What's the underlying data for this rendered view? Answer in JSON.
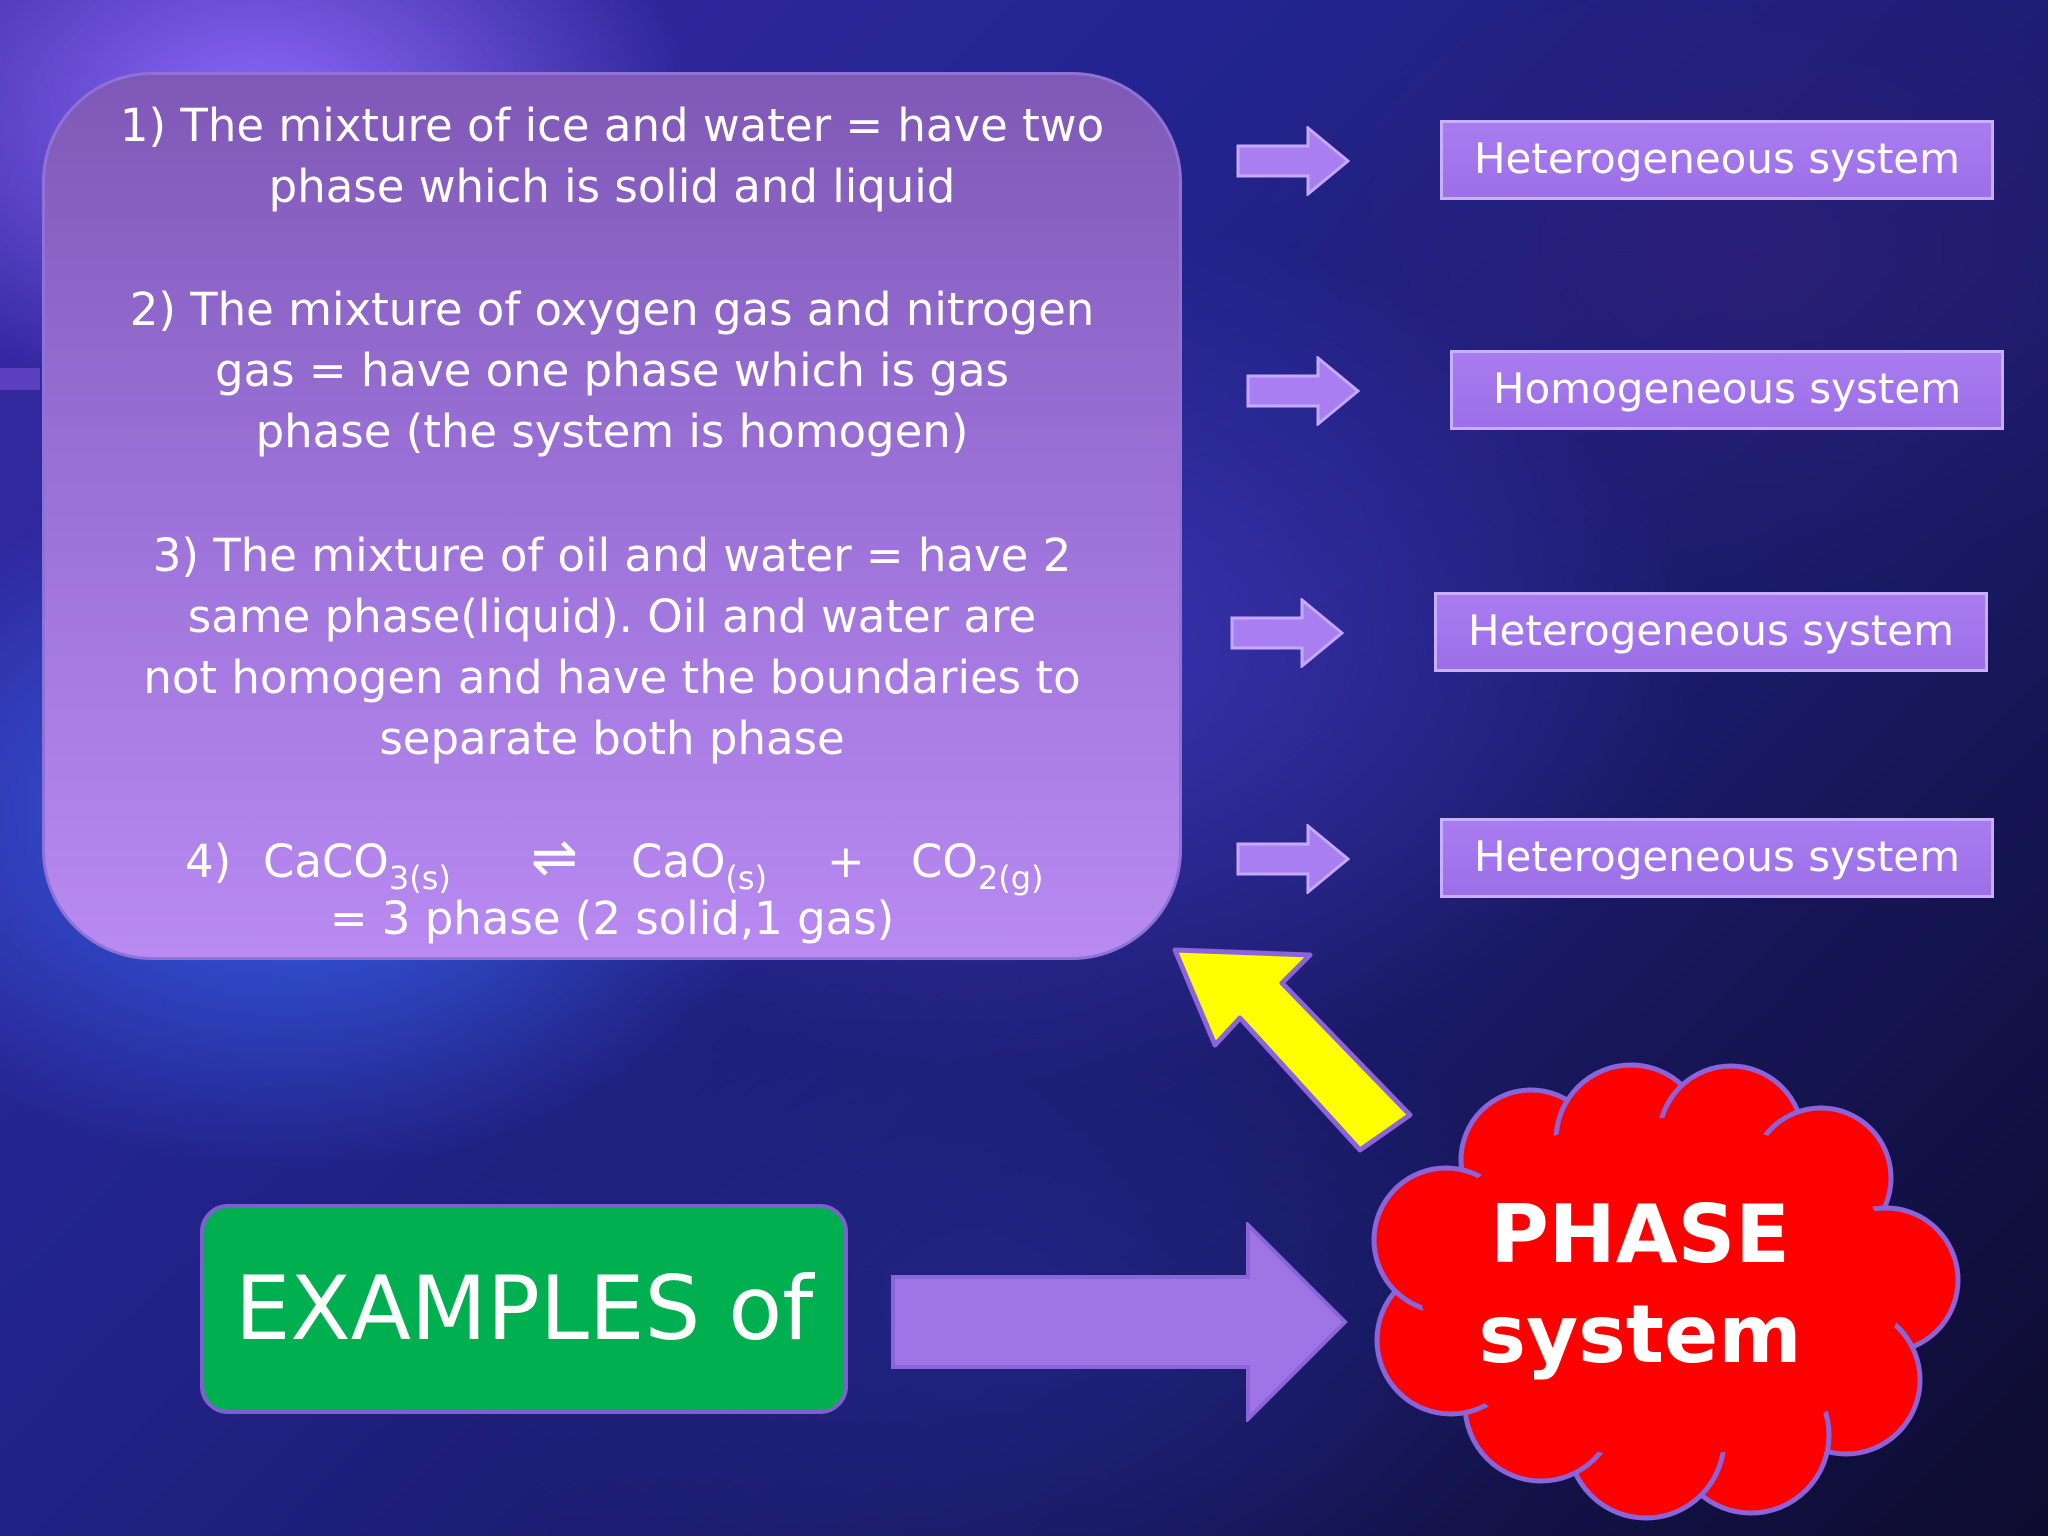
{
  "examples": {
    "item1": {
      "line1": "1)  The mixture of ice and water = have two",
      "line2": "phase which is solid and liquid"
    },
    "item2": {
      "line1": "2)  The mixture of oxygen gas and nitrogen",
      "line2": "gas = have one phase which is gas",
      "line3": "phase (the system is homogen)"
    },
    "item3": {
      "line1": "3)  The mixture of oil and water = have 2",
      "line2": "same phase(liquid). Oil and water are",
      "line3": "not homogen and have the boundaries to",
      "line4": "separate both phase"
    },
    "item4": {
      "number": "4)",
      "reactant": "CaCO",
      "reactant_sub": "3(s)",
      "equilibrium_symbol": "⇌",
      "product1": "CaO",
      "product1_sub": "(s)",
      "plus": "+",
      "product2": "CO",
      "product2_sub": "2(g)",
      "line2": "= 3 phase (2 solid,1 gas)"
    }
  },
  "results": [
    "Heterogeneous system",
    "Homogeneous system",
    "Heterogeneous system",
    "Heterogeneous system"
  ],
  "examples_of_label": "EXAMPLES of",
  "cloud": {
    "line1": "PHASE",
    "line2": "system"
  },
  "colors": {
    "panel_purple": "#9a70d6",
    "label_purple": "#a87cf0",
    "green_box": "#00b050",
    "cloud_red": "#ff0000",
    "yellow_arrow": "#ffff00"
  }
}
